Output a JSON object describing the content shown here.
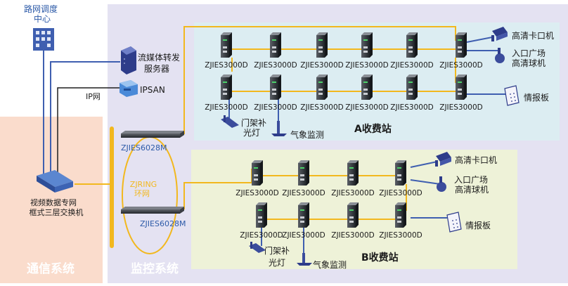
{
  "labels": {
    "dispatch_center_l1": "路网调度",
    "dispatch_center_l2": "中心",
    "streaming_server_l1": "流媒体转发",
    "streaming_server_l2": "服务器",
    "ip_network": "IP网",
    "ipsan": "IPSAN",
    "core_switch_l1": "视频数据专网",
    "core_switch_l2": "框式三层交换机",
    "ring_l1": "ZJRING",
    "ring_l2": "环网",
    "comm_system": "通信系统",
    "monitor_system": "监控系统",
    "hd_camera": "高清卡口机",
    "dome_l1": "入口广场",
    "dome_l2": "高清球机",
    "info_board": "情报板",
    "gantry_light_l1": "门架补",
    "gantry_light_l2": "光灯",
    "weather": "气象监测"
  },
  "station_a": {
    "name": "A收费站",
    "main_switch": "ZJIES6028M",
    "node_model": "ZJIES3000D"
  },
  "station_b": {
    "name": "B收费站",
    "main_switch": "ZJIES6028M",
    "node_model": "ZJIES3000D"
  },
  "colors": {
    "comm_bg": "#fadccc",
    "monitor_bg": "#e4e2f2",
    "station_a_bg": "#dcedf2",
    "station_b_bg": "#eef2d8",
    "fiber": "#f2b81e",
    "ethernet": "#3f5fb0",
    "label_blue": "#2c5aa8",
    "system_text": "#ffffff"
  }
}
